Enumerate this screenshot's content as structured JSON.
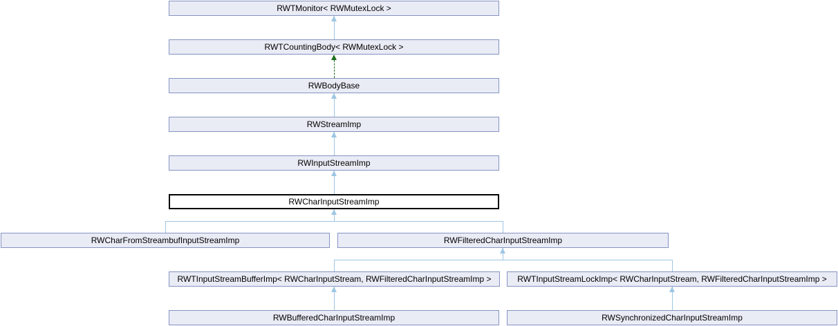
{
  "diagram": {
    "type": "class-inheritance-graph",
    "current_class": "RWCharInputStreamImp",
    "nodes": {
      "rwtmonitor": {
        "label": "RWTMonitor< RWMutexLock >"
      },
      "rwtcountingbody": {
        "label": "RWTCountingBody< RWMutexLock >"
      },
      "rwbodybase": {
        "label": "RWBodyBase"
      },
      "rwstreamimp": {
        "label": "RWStreamImp"
      },
      "rwinputstreamimp": {
        "label": "RWInputStreamImp"
      },
      "rwcharinputstreamimp": {
        "label": "RWCharInputStreamImp"
      },
      "rwcharfromstreambufinputstreamimp": {
        "label": "RWCharFromStreambufInputStreamImp"
      },
      "rwfilteredcharinputstreamimp": {
        "label": "RWFilteredCharInputStreamImp"
      },
      "rwtinputstreambufferimp": {
        "label": "RWTInputStreamBufferImp< RWCharInputStream, RWFilteredCharInputStreamImp >"
      },
      "rwtinputstreamlockimp": {
        "label": "RWTInputStreamLockImp< RWCharInputStream, RWFilteredCharInputStreamImp >"
      },
      "rwbufferedcharinputstreamimp": {
        "label": "RWBufferedCharInputStreamImp"
      },
      "rwsynchronizedcharinputstreamimp": {
        "label": "RWSynchronizedCharInputStreamImp"
      }
    },
    "edges": [
      {
        "from": "RWTCountingBody< RWMutexLock >",
        "to": "RWTMonitor< RWMutexLock >",
        "style": "solid",
        "color": "light-blue"
      },
      {
        "from": "RWBodyBase",
        "to": "RWTCountingBody< RWMutexLock >",
        "style": "dashed",
        "color": "dark-green"
      },
      {
        "from": "RWStreamImp",
        "to": "RWBodyBase",
        "style": "solid",
        "color": "light-blue"
      },
      {
        "from": "RWInputStreamImp",
        "to": "RWStreamImp",
        "style": "solid",
        "color": "light-blue"
      },
      {
        "from": "RWCharInputStreamImp",
        "to": "RWInputStreamImp",
        "style": "solid",
        "color": "light-blue"
      },
      {
        "from": "RWCharFromStreambufInputStreamImp",
        "to": "RWCharInputStreamImp",
        "style": "solid",
        "color": "light-blue"
      },
      {
        "from": "RWFilteredCharInputStreamImp",
        "to": "RWCharInputStreamImp",
        "style": "solid",
        "color": "light-blue"
      },
      {
        "from": "RWTInputStreamBufferImp< RWCharInputStream, RWFilteredCharInputStreamImp >",
        "to": "RWFilteredCharInputStreamImp",
        "style": "solid",
        "color": "light-blue"
      },
      {
        "from": "RWTInputStreamLockImp< RWCharInputStream, RWFilteredCharInputStreamImp >",
        "to": "RWFilteredCharInputStreamImp",
        "style": "solid",
        "color": "light-blue"
      },
      {
        "from": "RWBufferedCharInputStreamImp",
        "to": "RWTInputStreamBufferImp< RWCharInputStream, RWFilteredCharInputStreamImp >",
        "style": "solid",
        "color": "light-blue"
      },
      {
        "from": "RWSynchronizedCharInputStreamImp",
        "to": "RWTInputStreamLockImp< RWCharInputStream, RWFilteredCharInputStreamImp >",
        "style": "solid",
        "color": "light-blue"
      }
    ],
    "colors": {
      "node_fill": "#E9EBF5",
      "node_border": "#8494C2",
      "current_node_fill": "#FFFFFF",
      "current_node_border": "#000000",
      "edge_light_blue": "#9DC6E4",
      "edge_dark_green": "#1F6E1F",
      "background": "#FFFFFF",
      "text": "#000000"
    }
  }
}
